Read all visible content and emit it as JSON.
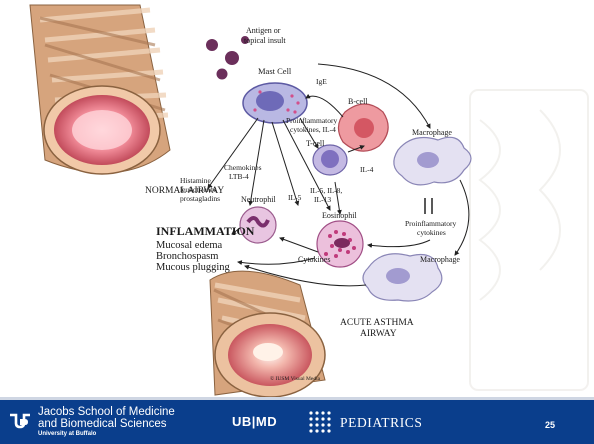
{
  "figure": {
    "labels": {
      "antigen": [
        "Antigen or",
        "topical insult"
      ],
      "mast_cell": "Mast Cell",
      "ige": "IgE",
      "b_cell": "B-cell",
      "proinflam_il4": [
        "Proinflammatory",
        "cytokines, IL-4"
      ],
      "t_cell": "T-cell",
      "il4": "IL-4",
      "macrophage_top": "Macrophage",
      "normal_airway": "NORMAL AIRWAY",
      "chemokines": [
        "Chemokines",
        "LTB-4"
      ],
      "histamine": [
        "Histamine",
        "leukotrienes",
        "prostagladins"
      ],
      "neutrophil": "Neutrophil",
      "il5": "IL-5",
      "il5_il8_il13": [
        "IL-5, IL-8,",
        "IL-13"
      ],
      "eosinophil": "Eosinophil",
      "proinflam_cytokines": [
        "Proinflammatory",
        "cytokines"
      ],
      "macrophage_bottom": "Macrophage",
      "inflammation_title": "INFLAMMATION",
      "inflammation_items": [
        "Mucosal edema",
        "Bronchospasm",
        "Mucous plugging"
      ],
      "cytokines": "Cytokines",
      "acute_airway": [
        "ACUTE ASTHMA",
        "AIRWAY"
      ],
      "credit": "© IUSM Visual Media"
    }
  },
  "footer": {
    "school_line1": "Jacobs School of Medicine",
    "school_line2": "and Biomedical Sciences",
    "university": "University at Buffalo",
    "ubmd": "UB|MD",
    "department": "PEDIATRICS",
    "slide_number": "25"
  },
  "colors": {
    "footer_bg": "#0a3e8c",
    "mast_cell": "#8f8fc8",
    "b_cell": "#e9878e",
    "eosinophil": "#d9a3cf",
    "airway_wall": "#c8956e",
    "airway_lumen": "#e56a79"
  }
}
